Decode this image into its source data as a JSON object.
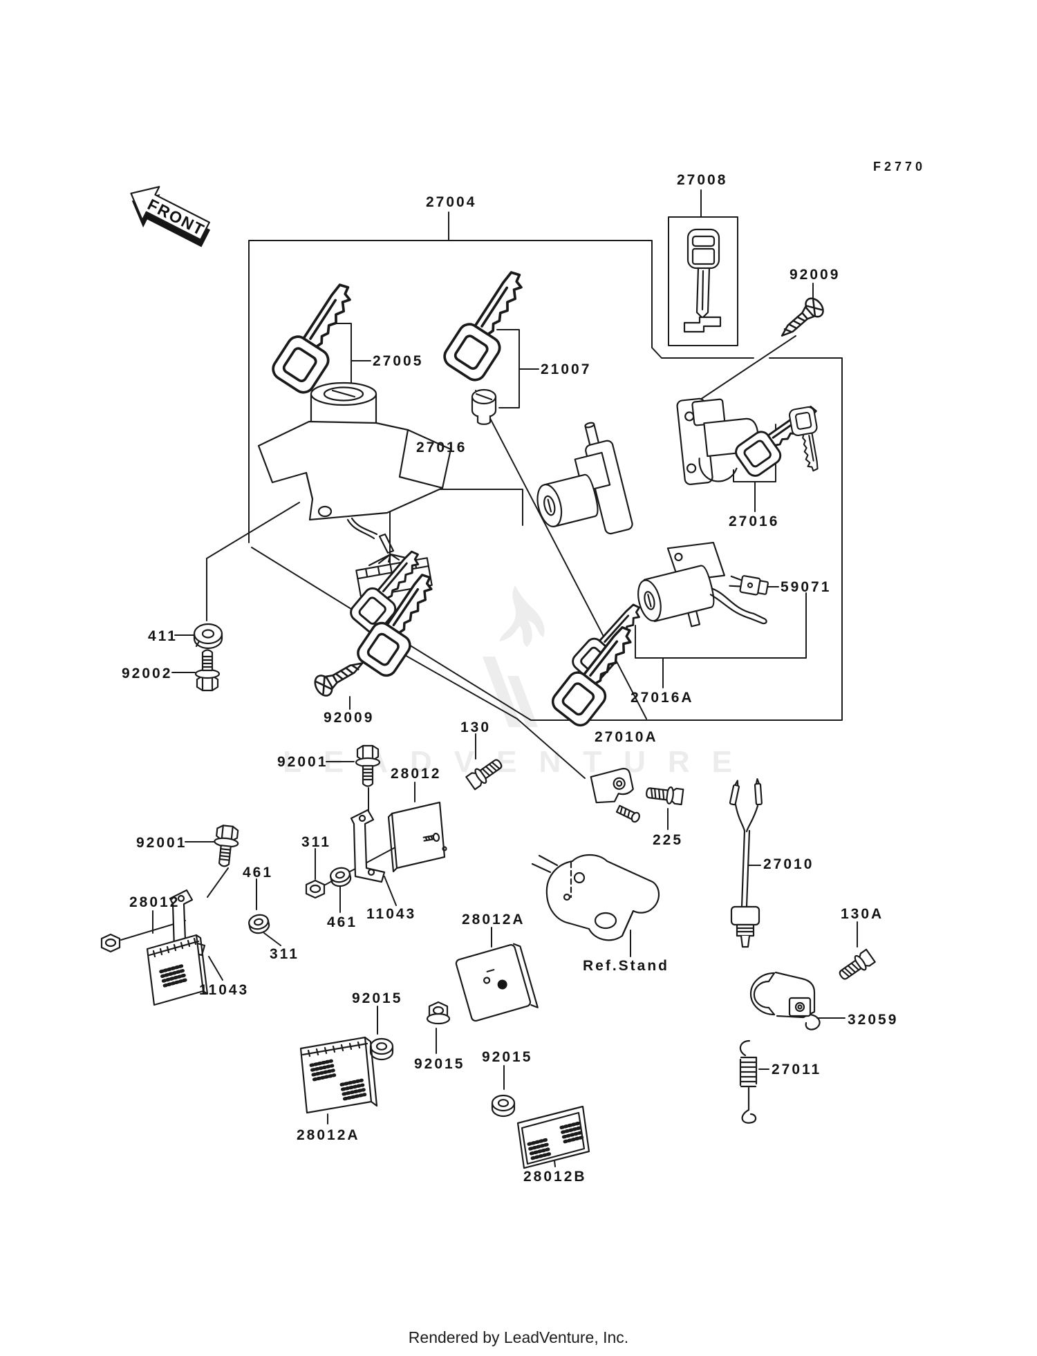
{
  "page": {
    "diagram_code": "F2770",
    "front_marker": "FRONT",
    "watermark": "LEADVENTURE",
    "footer": "Rendered by LeadVenture, Inc."
  },
  "callouts": [
    {
      "part": "27004"
    },
    {
      "part": "27008"
    },
    {
      "part": "92009"
    },
    {
      "part": "27005"
    },
    {
      "part": "21007"
    },
    {
      "part": "27016"
    },
    {
      "part": "27016"
    },
    {
      "part": "59071"
    },
    {
      "part": "27016A"
    },
    {
      "part": "411"
    },
    {
      "part": "92002"
    },
    {
      "part": "92009"
    },
    {
      "part": "130"
    },
    {
      "part": "27010A"
    },
    {
      "part": "92001"
    },
    {
      "part": "28012"
    },
    {
      "part": "225"
    },
    {
      "part": "27010"
    },
    {
      "part": "92001"
    },
    {
      "part": "311"
    },
    {
      "part": "461"
    },
    {
      "part": "28012"
    },
    {
      "part": "11043"
    },
    {
      "part": "461"
    },
    {
      "part": "28012A"
    },
    {
      "part": "311"
    },
    {
      "part": "11043"
    },
    {
      "part": "Ref.Stand"
    },
    {
      "part": "130A"
    },
    {
      "part": "92015"
    },
    {
      "part": "32059"
    },
    {
      "part": "92015"
    },
    {
      "part": "92015"
    },
    {
      "part": "27011"
    },
    {
      "part": "28012A"
    },
    {
      "part": "28012B"
    }
  ]
}
